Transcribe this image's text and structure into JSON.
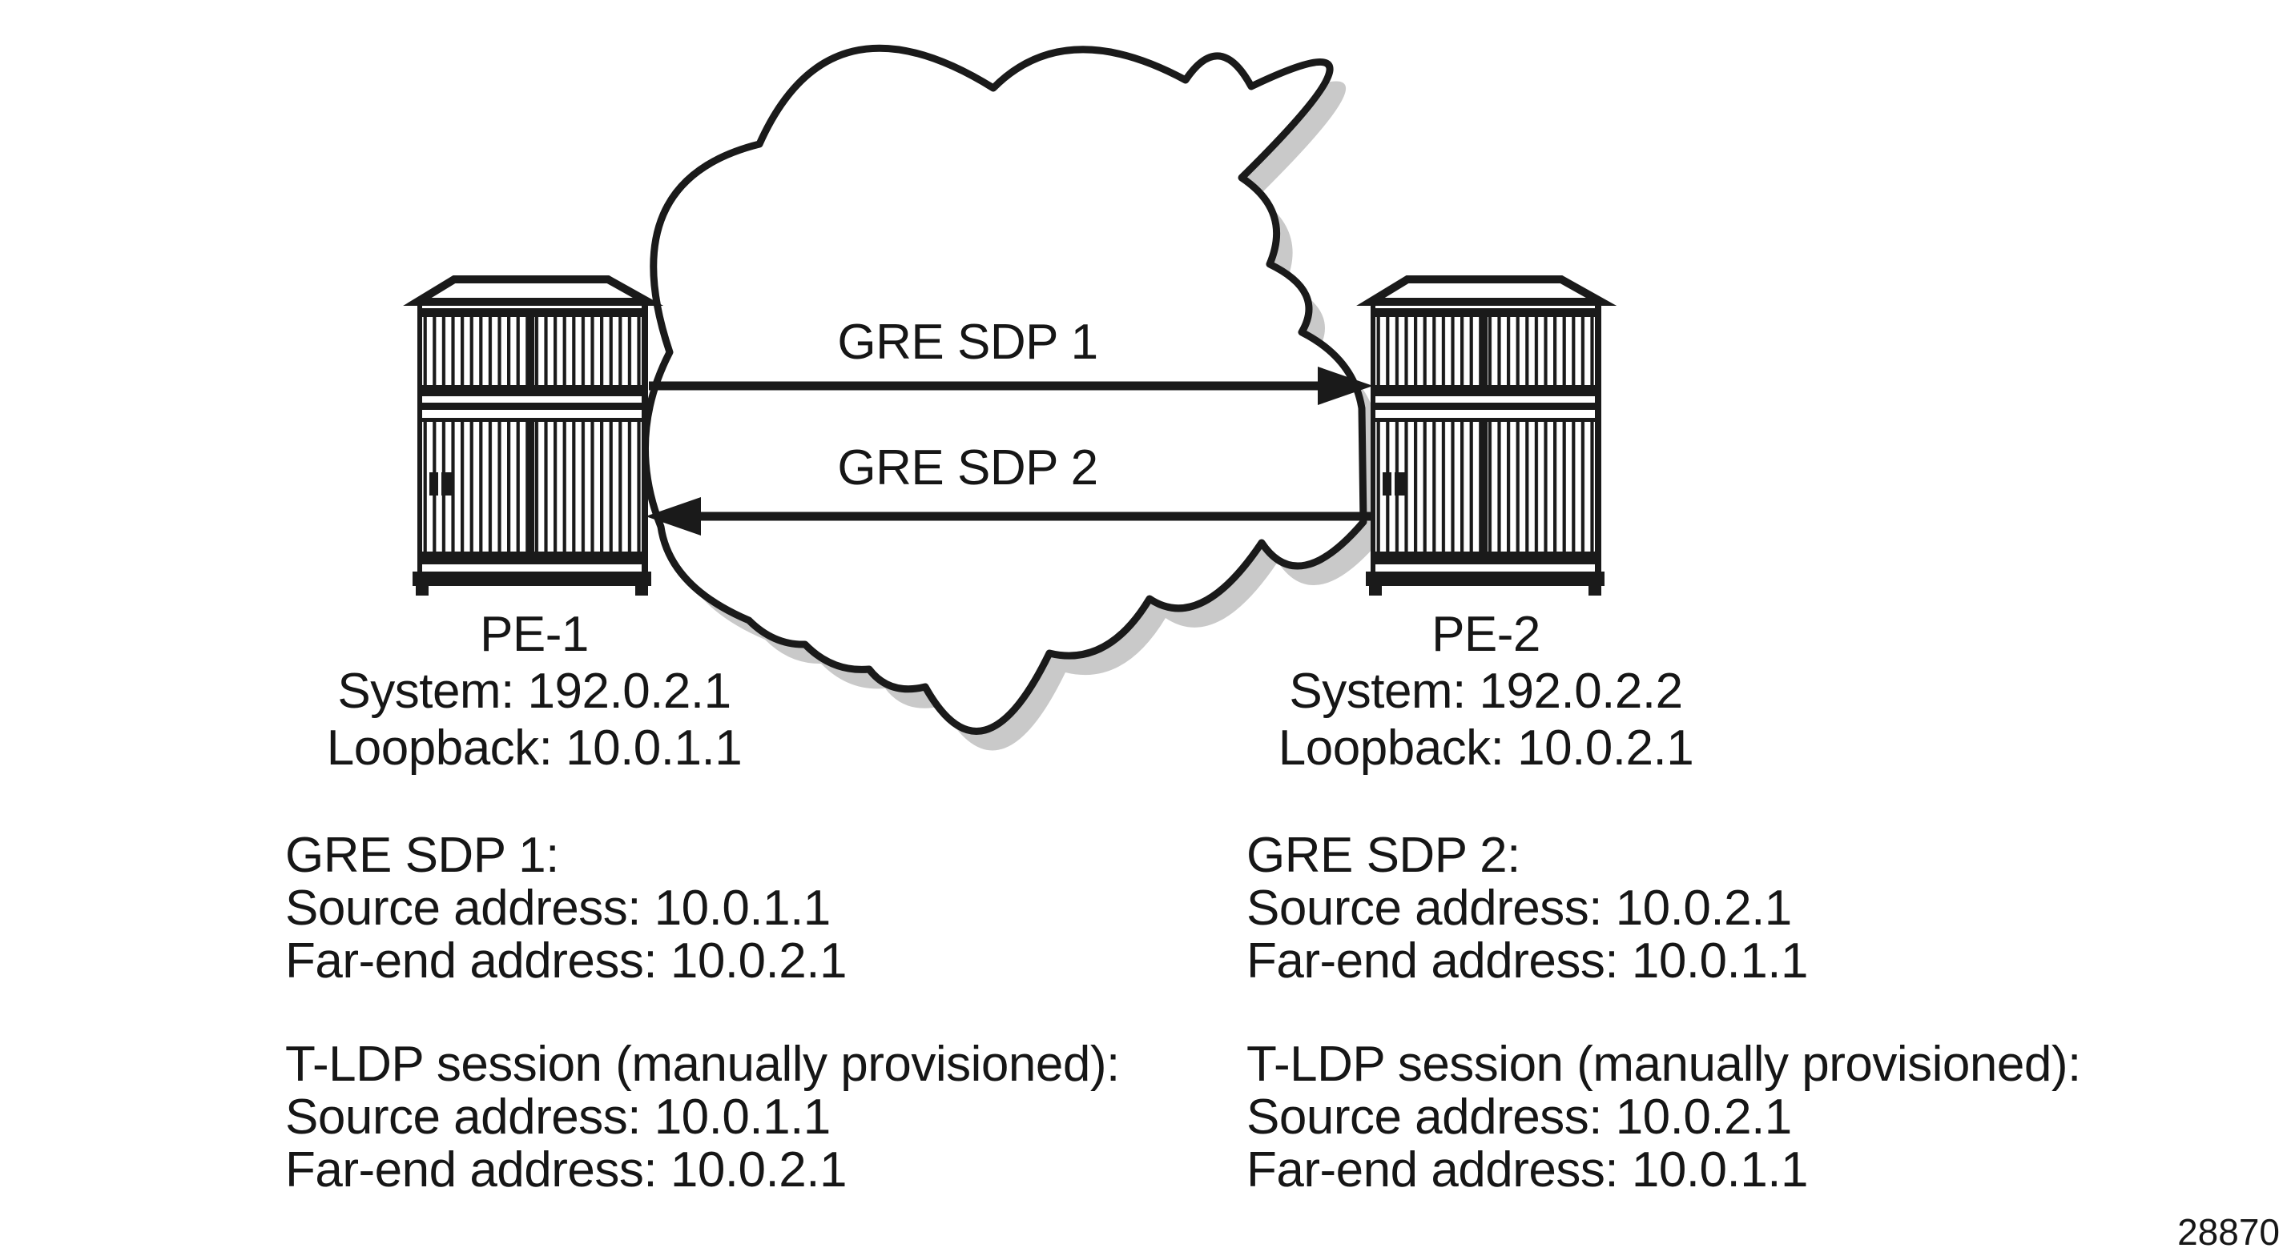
{
  "figure": {
    "arrows": [
      {
        "label": "GRE SDP 1"
      },
      {
        "label": "GRE SDP 2"
      }
    ],
    "devices": [
      {
        "name": "PE-1",
        "system": "System: 192.0.2.1",
        "loopback": "Loopback: 10.0.1.1"
      },
      {
        "name": "PE-2",
        "system": "System: 192.0.2.2",
        "loopback": "Loopback: 10.0.2.1"
      }
    ],
    "notes": [
      {
        "title": "GRE SDP 1:",
        "line1": "Source address: 10.0.1.1",
        "line2": "Far-end address: 10.0.2.1"
      },
      {
        "title": "T-LDP session (manually provisioned):",
        "line1": "Source address: 10.0.1.1",
        "line2": "Far-end address: 10.0.2.1"
      },
      {
        "title": "GRE SDP 2:",
        "line1": "Source address: 10.0.2.1",
        "line2": "Far-end address: 10.0.1.1"
      },
      {
        "title": "T-LDP session (manually provisioned):",
        "line1": "Source address: 10.0.2.1",
        "line2": "Far-end address: 10.0.1.1"
      }
    ],
    "figure_number": "28870",
    "colors": {
      "ink": "#1a1a1a",
      "cloud_shadow": "#c9c9c9",
      "background": "#ffffff"
    }
  }
}
